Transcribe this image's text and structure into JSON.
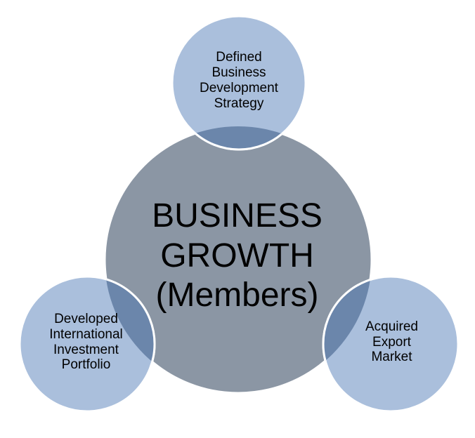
{
  "colors": {
    "center_fill": "#8b96a4",
    "outer_fill": "#aabfdc",
    "overlap_fill": "#6b86ab",
    "stroke": "#ffffff"
  },
  "center": {
    "lines": [
      "BUSINESS",
      "GROWTH",
      "(Members)"
    ]
  },
  "top": {
    "lines": [
      "Defined",
      "Business",
      "Development",
      "Strategy"
    ]
  },
  "left": {
    "lines": [
      "Developed",
      "International",
      "Investment",
      "Portfolio"
    ]
  },
  "right": {
    "lines": [
      "Acquired",
      "Export",
      "Market"
    ]
  }
}
